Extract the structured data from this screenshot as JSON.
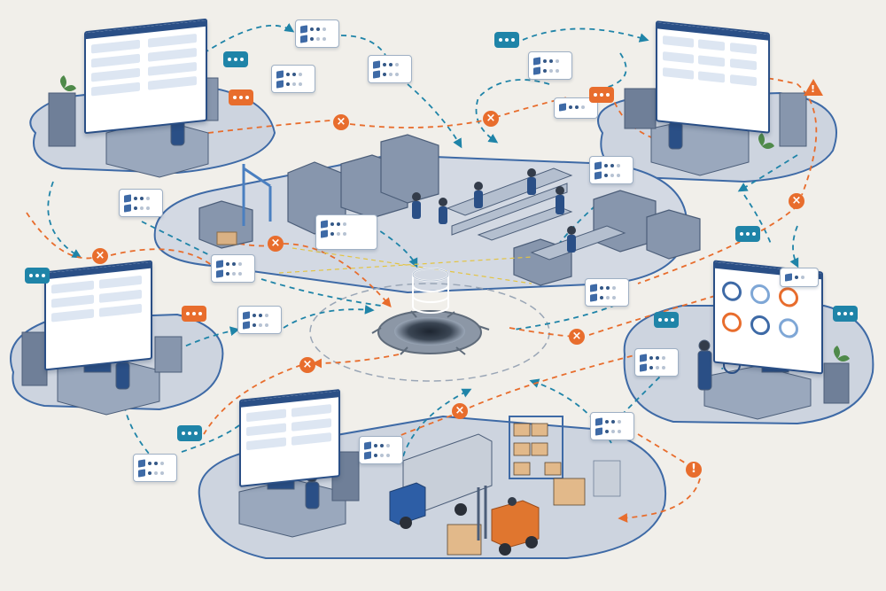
{
  "scene": {
    "hub_icon": "database-icon",
    "status_card_count": 15,
    "colors": {
      "background": "#f1efea",
      "platform": "#c9d0dc",
      "platform_edge": "#3e6aa6",
      "teal_flow": "#1f84a8",
      "error_flow": "#e86d2d",
      "equipment": "#7c8ea8",
      "monitor_frame": "#2a4f86",
      "crate": "#e2b98a",
      "truck_cab": "#2d5ea6",
      "forklift": "#e0762f"
    }
  },
  "workstations": [
    {
      "name": "office-top-left",
      "icon": "monitor-icon"
    },
    {
      "name": "factory-floor",
      "icon": "conveyor-icon"
    },
    {
      "name": "office-top-right",
      "icon": "monitor-icon"
    },
    {
      "name": "office-left",
      "icon": "monitor-icon"
    },
    {
      "name": "office-right",
      "icon": "monitor-icon"
    },
    {
      "name": "warehouse-bottom",
      "icon": "truck-icon"
    }
  ],
  "alerts": {
    "error_icon": "x-circle-icon",
    "warning_icon": "warning-triangle-icon",
    "notice_icon": "exclamation-icon"
  }
}
